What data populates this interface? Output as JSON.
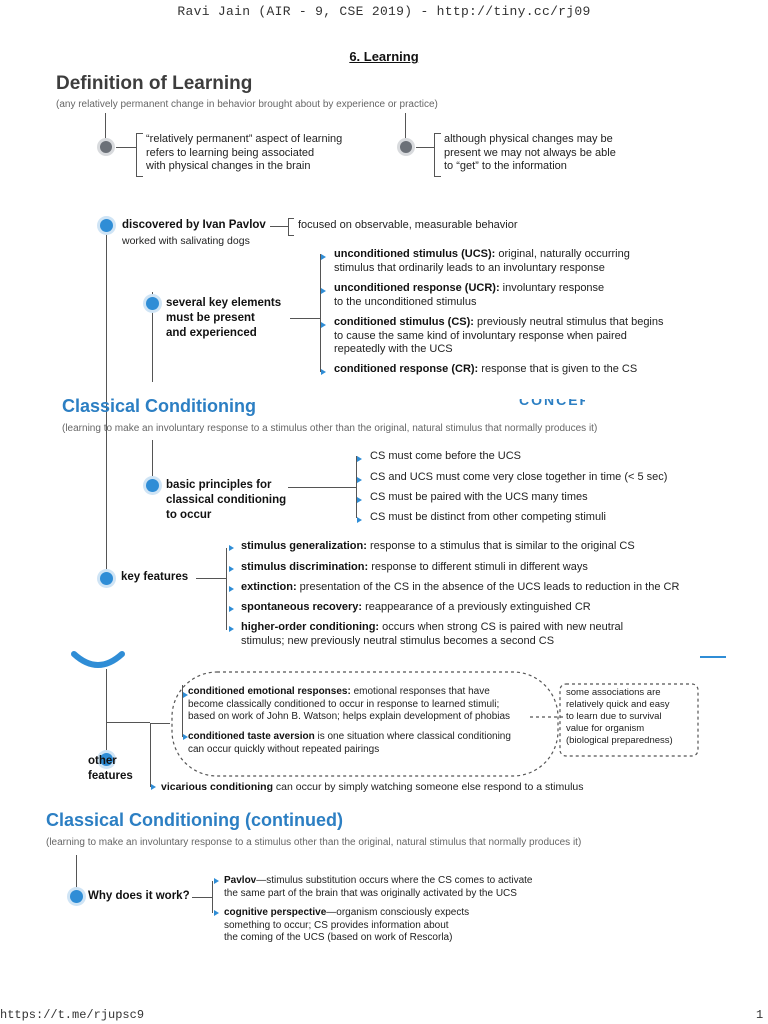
{
  "header": {
    "text": "Ravi Jain (AIR - 9, CSE 2019) - http://tiny.cc/rj09"
  },
  "page_title": "6. Learning",
  "definition": {
    "heading": "Definition of Learning",
    "subtitle": "(any relatively permanent change in behavior brought about by experience or practice)",
    "left_note": [
      "“relatively permanent” aspect of learning",
      "refers to learning being associated",
      "with physical changes in the brain"
    ],
    "right_note": [
      "although physical changes may be",
      "present we may not always be able",
      "to “get” to the information"
    ]
  },
  "pavlov": {
    "label": "discovered by Ivan Pavlov",
    "sublabel": "worked with salivating dogs",
    "note": "focused on observable, measurable behavior"
  },
  "key_elements": {
    "label": [
      "several key elements",
      "must be present",
      "and experienced"
    ],
    "items": [
      {
        "term": "unconditioned stimulus (UCS):",
        "rest1": " original, naturally occurring",
        "line2": "stimulus that ordinarily leads to an involuntary response"
      },
      {
        "term": "unconditioned response (UCR):",
        "rest1": " involuntary response",
        "line2": "to the unconditioned stimulus"
      },
      {
        "term": "conditioned stimulus (CS):",
        "rest1": " previously neutral stimulus that begins",
        "line2": "to cause the same kind of involuntary response when paired",
        "line3": "repeatedly with the UCS"
      },
      {
        "term": "conditioned response (CR):",
        "rest1": " response that is given to the CS"
      }
    ]
  },
  "classical": {
    "heading": "Classical Conditioning",
    "subtitle": "(learning to make an involuntary response to a stimulus other than the original, natural stimulus that normally produces it)",
    "fragment": "CONCEPT MAP"
  },
  "principles": {
    "label": [
      "basic principles for",
      "classical conditioning",
      "to occur"
    ],
    "items": [
      "CS must come before the UCS",
      "CS and UCS must come very close together in time (< 5 sec)",
      "CS must be paired with the UCS many times",
      "CS must be distinct from other competing stimuli"
    ]
  },
  "key_features": {
    "label": "key features",
    "items": [
      {
        "term": "stimulus generalization:",
        "rest": " response to a stimulus that is similar to the original CS"
      },
      {
        "term": "stimulus discrimination:",
        "rest": " response to different stimuli in different ways"
      },
      {
        "term": "extinction:",
        "rest": " presentation of the CS in the absence of the UCS leads to reduction in the CR"
      },
      {
        "term": "spontaneous recovery:",
        "rest": " reappearance of a previously extinguished CR"
      },
      {
        "term": "higher-order conditioning:",
        "rest": " occurs when strong CS is paired with new neutral",
        "line2": "stimulus; new previously neutral stimulus becomes a second CS"
      }
    ]
  },
  "other_features": {
    "label": [
      "other",
      "features"
    ],
    "emotional": {
      "term": "conditioned emotional responses:",
      "rest1": " emotional responses that have",
      "line2": "become classically conditioned to occur in response to learned stimuli;",
      "line3": "based on work of John B. Watson; helps explain development of phobias"
    },
    "taste": {
      "term": "conditioned taste aversion",
      "rest1": " is one situation where classical conditioning",
      "line2": "can occur quickly without repeated pairings"
    },
    "aside": [
      "some associations are",
      "relatively quick and easy",
      "to learn due to survival",
      "value for organism",
      "(biological preparedness)"
    ],
    "vicarious": {
      "term": "vicarious conditioning",
      "rest": " can occur by simply watching someone else respond to a stimulus"
    }
  },
  "continued": {
    "heading": "Classical Conditioning (continued)",
    "subtitle": "(learning to make an involuntary response to a stimulus other than the original, natural stimulus that normally produces it)",
    "label": "Why does it work?",
    "pavlov_item": {
      "term": "Pavlov",
      "rest1": "—stimulus substitution occurs where the CS comes to activate",
      "line2": "the same part of the brain that was originally activated by the UCS"
    },
    "cognitive_item": {
      "term": "cognitive perspective",
      "rest1": "—organism consciously expects",
      "line2": "something to occur; CS provides information about",
      "line3": "the coming of the UCS (based on work of Rescorla)"
    }
  },
  "footer": {
    "link": "https://t.me/rjupsc9",
    "page_number": "1"
  }
}
